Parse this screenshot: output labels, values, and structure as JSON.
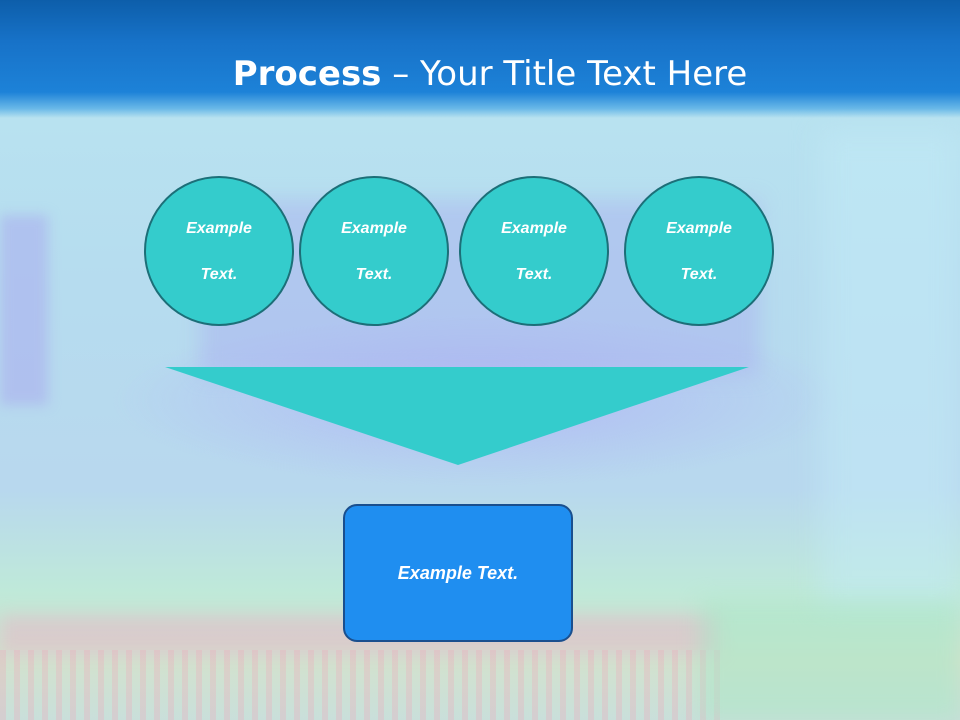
{
  "slide": {
    "title_bold": "Process",
    "title_rest": " – Your Title Text Here"
  },
  "steps": [
    {
      "line1": "Example",
      "line2": "Text."
    },
    {
      "line1": "Example",
      "line2": "Text."
    },
    {
      "line1": "Example",
      "line2": "Text."
    },
    {
      "line1": "Example",
      "line2": "Text."
    }
  ],
  "result": {
    "label": "Example Text."
  },
  "colors": {
    "header": "#1772c8",
    "circle_fill": "#34cccc",
    "circle_border": "#1c6f78",
    "funnel": "#34cccc",
    "result_fill": "#1f8ef0",
    "result_border": "#1a4f8e"
  }
}
